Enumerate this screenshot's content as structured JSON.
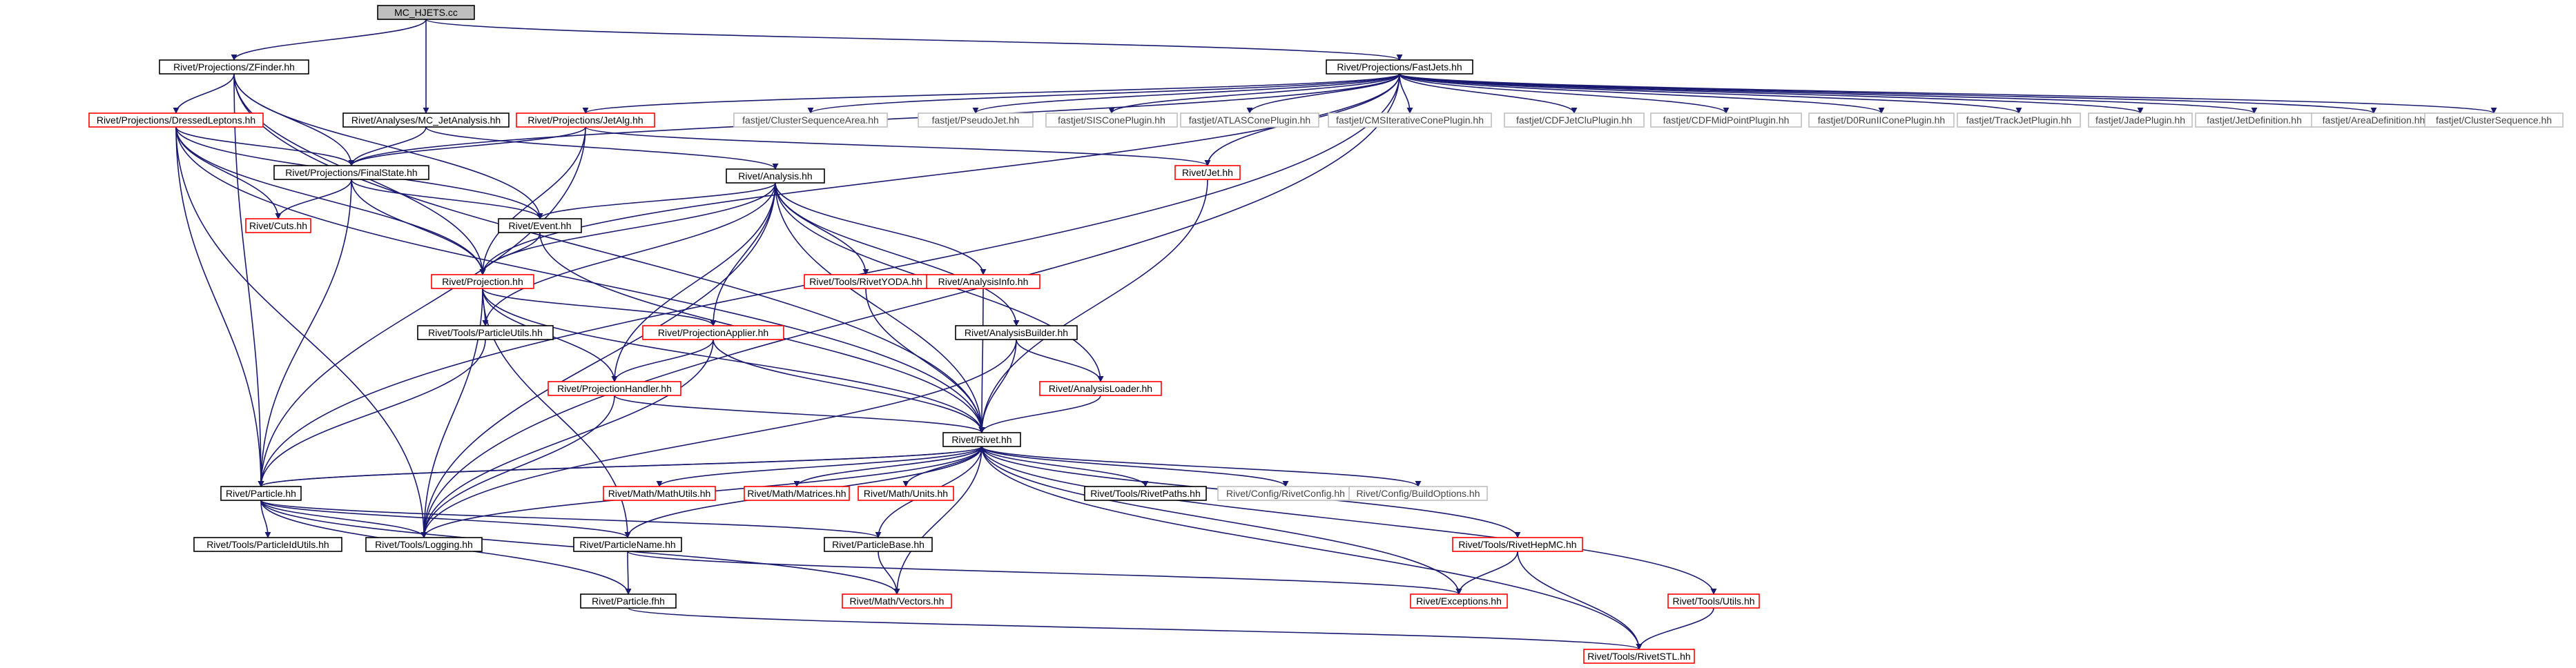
{
  "colors": {
    "edge": "#191970",
    "border_normal": "#000000",
    "border_missing": "#ff0000",
    "border_external": "#bfbfbf",
    "root_fill": "#bfbfbf",
    "text": "#000000",
    "external_text": "#444444"
  },
  "nodes": [
    {
      "id": "mc_hjets",
      "label": "MC_HJETS.cc",
      "kind": "root"
    },
    {
      "id": "zfinder",
      "label": "Rivet/Projections/ZFinder.hh",
      "kind": "normal"
    },
    {
      "id": "fastjets",
      "label": "Rivet/Projections/FastJets.hh",
      "kind": "normal"
    },
    {
      "id": "dressed",
      "label": "Rivet/Projections/DressedLeptons.hh",
      "kind": "missing"
    },
    {
      "id": "mcjet",
      "label": "Rivet/Analyses/MC_JetAnalysis.hh",
      "kind": "normal"
    },
    {
      "id": "jetalg",
      "label": "Rivet/Projections/JetAlg.hh",
      "kind": "missing"
    },
    {
      "id": "fj_csa",
      "label": "fastjet/ClusterSequenceArea.hh",
      "kind": "external"
    },
    {
      "id": "fj_pj",
      "label": "fastjet/PseudoJet.hh",
      "kind": "external"
    },
    {
      "id": "fj_sis",
      "label": "fastjet/SISConePlugin.hh",
      "kind": "external"
    },
    {
      "id": "fj_atlas",
      "label": "fastjet/ATLASConePlugin.hh",
      "kind": "external"
    },
    {
      "id": "fj_cms",
      "label": "fastjet/CMSIterativeConePlugin.hh",
      "kind": "external"
    },
    {
      "id": "fj_cdfjc",
      "label": "fastjet/CDFJetCluPlugin.hh",
      "kind": "external"
    },
    {
      "id": "fj_cdfmp",
      "label": "fastjet/CDFMidPointPlugin.hh",
      "kind": "external"
    },
    {
      "id": "fj_d0",
      "label": "fastjet/D0RunIIConePlugin.hh",
      "kind": "external"
    },
    {
      "id": "fj_track",
      "label": "fastjet/TrackJetPlugin.hh",
      "kind": "external"
    },
    {
      "id": "fj_jade",
      "label": "fastjet/JadePlugin.hh",
      "kind": "external"
    },
    {
      "id": "fj_jetdef",
      "label": "fastjet/JetDefinition.hh",
      "kind": "external"
    },
    {
      "id": "fj_area",
      "label": "fastjet/AreaDefinition.hh",
      "kind": "external"
    },
    {
      "id": "fj_cs",
      "label": "fastjet/ClusterSequence.hh",
      "kind": "external"
    },
    {
      "id": "finalstate",
      "label": "Rivet/Projections/FinalState.hh",
      "kind": "normal"
    },
    {
      "id": "analysis",
      "label": "Rivet/Analysis.hh",
      "kind": "normal"
    },
    {
      "id": "jet",
      "label": "Rivet/Jet.hh",
      "kind": "missing"
    },
    {
      "id": "cuts",
      "label": "Rivet/Cuts.hh",
      "kind": "missing"
    },
    {
      "id": "event",
      "label": "Rivet/Event.hh",
      "kind": "normal"
    },
    {
      "id": "projection",
      "label": "Rivet/Projection.hh",
      "kind": "missing"
    },
    {
      "id": "rivetyoda",
      "label": "Rivet/Tools/RivetYODA.hh",
      "kind": "missing"
    },
    {
      "id": "analysisinfo",
      "label": "Rivet/AnalysisInfo.hh",
      "kind": "missing"
    },
    {
      "id": "particleutils",
      "label": "Rivet/Tools/ParticleUtils.hh",
      "kind": "normal"
    },
    {
      "id": "projapplier",
      "label": "Rivet/ProjectionApplier.hh",
      "kind": "missing"
    },
    {
      "id": "anabuilder",
      "label": "Rivet/AnalysisBuilder.hh",
      "kind": "normal"
    },
    {
      "id": "projhandler",
      "label": "Rivet/ProjectionHandler.hh",
      "kind": "missing"
    },
    {
      "id": "analoader",
      "label": "Rivet/AnalysisLoader.hh",
      "kind": "missing"
    },
    {
      "id": "rivet",
      "label": "Rivet/Rivet.hh",
      "kind": "normal"
    },
    {
      "id": "particle",
      "label": "Rivet/Particle.hh",
      "kind": "normal"
    },
    {
      "id": "mathutils",
      "label": "Rivet/Math/MathUtils.hh",
      "kind": "missing"
    },
    {
      "id": "matrices",
      "label": "Rivet/Math/Matrices.hh",
      "kind": "missing"
    },
    {
      "id": "units",
      "label": "Rivet/Math/Units.hh",
      "kind": "missing"
    },
    {
      "id": "rivetpaths",
      "label": "Rivet/Tools/RivetPaths.hh",
      "kind": "normal"
    },
    {
      "id": "rivetconfig",
      "label": "Rivet/Config/RivetConfig.hh",
      "kind": "external"
    },
    {
      "id": "buildoptions",
      "label": "Rivet/Config/BuildOptions.hh",
      "kind": "external"
    },
    {
      "id": "pidutils",
      "label": "Rivet/Tools/ParticleIdUtils.hh",
      "kind": "normal"
    },
    {
      "id": "logging",
      "label": "Rivet/Tools/Logging.hh",
      "kind": "normal"
    },
    {
      "id": "particlename",
      "label": "Rivet/ParticleName.hh",
      "kind": "normal"
    },
    {
      "id": "particlebase",
      "label": "Rivet/ParticleBase.hh",
      "kind": "normal"
    },
    {
      "id": "rivethepmc",
      "label": "Rivet/Tools/RivetHepMC.hh",
      "kind": "missing"
    },
    {
      "id": "toolsutils",
      "label": "Rivet/Tools/Utils.hh",
      "kind": "missing"
    },
    {
      "id": "vectors",
      "label": "Rivet/Math/Vectors.hh",
      "kind": "missing"
    },
    {
      "id": "exceptions",
      "label": "Rivet/Exceptions.hh",
      "kind": "missing"
    },
    {
      "id": "particlefhh",
      "label": "Rivet/Particle.fhh",
      "kind": "normal"
    },
    {
      "id": "rivetstl",
      "label": "Rivet/Tools/RivetSTL.hh",
      "kind": "missing"
    }
  ],
  "edges": [
    [
      "mc_hjets",
      "zfinder"
    ],
    [
      "mc_hjets",
      "mcjet"
    ],
    [
      "mc_hjets",
      "fastjets"
    ],
    [
      "zfinder",
      "dressed"
    ],
    [
      "zfinder",
      "finalstate"
    ],
    [
      "zfinder",
      "event"
    ],
    [
      "zfinder",
      "projection"
    ],
    [
      "zfinder",
      "particle"
    ],
    [
      "zfinder",
      "rivet"
    ],
    [
      "dressed",
      "finalstate"
    ],
    [
      "dressed",
      "cuts"
    ],
    [
      "dressed",
      "event"
    ],
    [
      "dressed",
      "projection"
    ],
    [
      "dressed",
      "particle"
    ],
    [
      "dressed",
      "logging"
    ],
    [
      "dressed",
      "rivet"
    ],
    [
      "mcjet",
      "finalstate"
    ],
    [
      "mcjet",
      "analysis"
    ],
    [
      "fastjets",
      "jetalg"
    ],
    [
      "fastjets",
      "finalstate"
    ],
    [
      "fastjets",
      "projection"
    ],
    [
      "fastjets",
      "jet"
    ],
    [
      "fastjets",
      "particle"
    ],
    [
      "fastjets",
      "logging"
    ],
    [
      "fastjets",
      "fj_csa"
    ],
    [
      "fastjets",
      "fj_pj"
    ],
    [
      "fastjets",
      "fj_sis"
    ],
    [
      "fastjets",
      "fj_atlas"
    ],
    [
      "fastjets",
      "fj_cms"
    ],
    [
      "fastjets",
      "fj_cdfjc"
    ],
    [
      "fastjets",
      "fj_cdfmp"
    ],
    [
      "fastjets",
      "fj_d0"
    ],
    [
      "fastjets",
      "fj_track"
    ],
    [
      "fastjets",
      "fj_jade"
    ],
    [
      "fastjets",
      "fj_jetdef"
    ],
    [
      "fastjets",
      "fj_area"
    ],
    [
      "fastjets",
      "fj_cs"
    ],
    [
      "jetalg",
      "finalstate"
    ],
    [
      "jetalg",
      "projection"
    ],
    [
      "jetalg",
      "jet"
    ],
    [
      "jetalg",
      "particle"
    ],
    [
      "finalstate",
      "cuts"
    ],
    [
      "finalstate",
      "event"
    ],
    [
      "finalstate",
      "projection"
    ],
    [
      "finalstate",
      "particle"
    ],
    [
      "analysis",
      "event"
    ],
    [
      "analysis",
      "projection"
    ],
    [
      "analysis",
      "particleutils"
    ],
    [
      "analysis",
      "rivetyoda"
    ],
    [
      "analysis",
      "analysisinfo"
    ],
    [
      "analysis",
      "projapplier"
    ],
    [
      "analysis",
      "projhandler"
    ],
    [
      "analysis",
      "anabuilder"
    ],
    [
      "analysis",
      "analoader"
    ],
    [
      "analysis",
      "logging"
    ],
    [
      "analysis",
      "rivet"
    ],
    [
      "jet",
      "rivet"
    ],
    [
      "event",
      "projection"
    ],
    [
      "event",
      "rivet"
    ],
    [
      "projection",
      "particleutils"
    ],
    [
      "projection",
      "projapplier"
    ],
    [
      "projection",
      "projhandler"
    ],
    [
      "projection",
      "logging"
    ],
    [
      "projection",
      "particlename"
    ],
    [
      "projection",
      "rivet"
    ],
    [
      "particleutils",
      "particle"
    ],
    [
      "projapplier",
      "projhandler"
    ],
    [
      "projapplier",
      "logging"
    ],
    [
      "projapplier",
      "rivet"
    ],
    [
      "projhandler",
      "logging"
    ],
    [
      "projhandler",
      "rivet"
    ],
    [
      "rivetyoda",
      "rivet"
    ],
    [
      "analysisinfo",
      "rivet"
    ],
    [
      "anabuilder",
      "analoader"
    ],
    [
      "anabuilder",
      "logging"
    ],
    [
      "anabuilder",
      "rivet"
    ],
    [
      "analoader",
      "rivet"
    ],
    [
      "rivet",
      "particle"
    ],
    [
      "rivet",
      "logging"
    ],
    [
      "rivet",
      "mathutils"
    ],
    [
      "rivet",
      "matrices"
    ],
    [
      "rivet",
      "units"
    ],
    [
      "rivet",
      "rivetpaths"
    ],
    [
      "rivet",
      "rivetconfig"
    ],
    [
      "rivet",
      "buildoptions"
    ],
    [
      "rivet",
      "rivethepmc"
    ],
    [
      "rivet",
      "toolsutils"
    ],
    [
      "rivet",
      "rivetstl"
    ],
    [
      "rivet",
      "exceptions"
    ],
    [
      "rivet",
      "particlename"
    ],
    [
      "rivet",
      "vectors"
    ],
    [
      "particle",
      "pidutils"
    ],
    [
      "particle",
      "logging"
    ],
    [
      "particle",
      "particlename"
    ],
    [
      "particle",
      "particlebase"
    ],
    [
      "particle",
      "vectors"
    ],
    [
      "particle",
      "particlefhh"
    ],
    [
      "particle",
      "rivet"
    ],
    [
      "particlebase",
      "vectors"
    ],
    [
      "particlebase",
      "rivet"
    ],
    [
      "particlename",
      "particlefhh"
    ],
    [
      "particlename",
      "exceptions"
    ],
    [
      "particlefhh",
      "rivetstl"
    ],
    [
      "rivethepmc",
      "exceptions"
    ],
    [
      "rivethepmc",
      "rivetstl"
    ],
    [
      "toolsutils",
      "rivetstl"
    ]
  ]
}
